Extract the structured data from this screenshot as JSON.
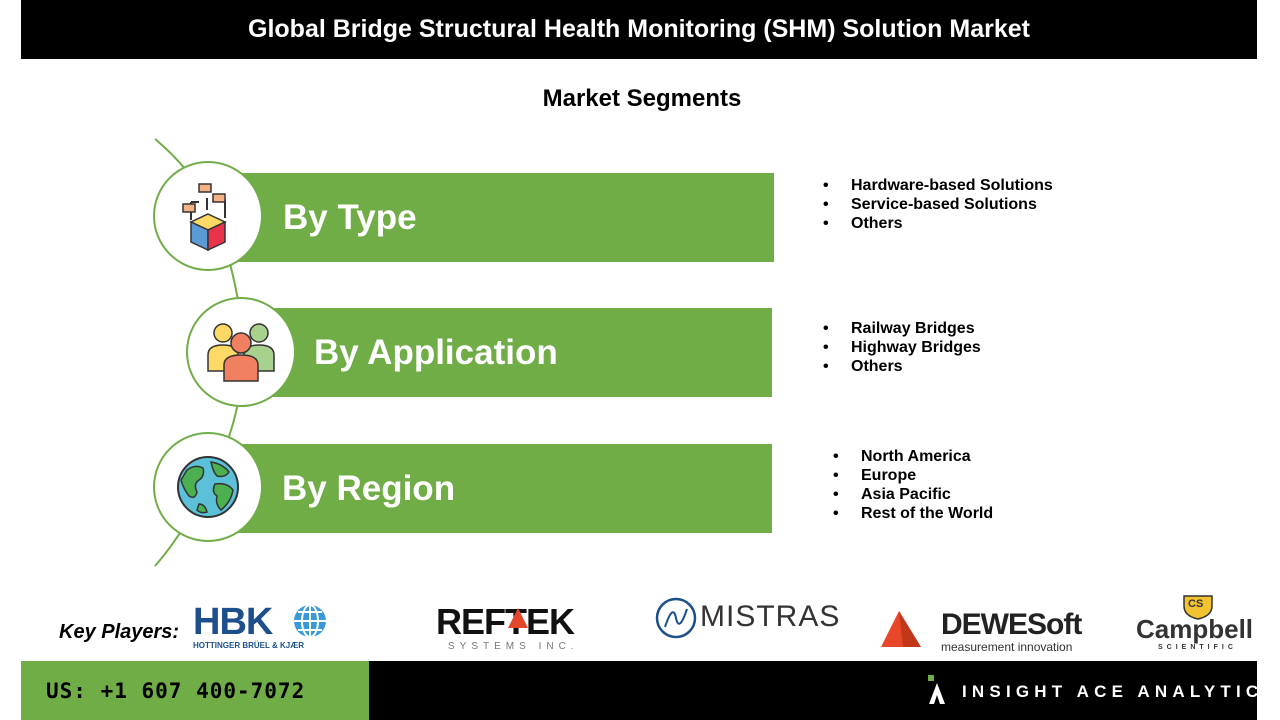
{
  "header": {
    "title": "Global Bridge Structural Health Monitoring (SHM) Solution Market"
  },
  "subtitle": "Market Segments",
  "segments": [
    {
      "label": "By Type",
      "icon": "modular-box-icon",
      "items": [
        "Hardware-based Solutions",
        "Service-based Solutions",
        "Others"
      ]
    },
    {
      "label": "By Application",
      "icon": "user-group-icon",
      "items": [
        "Railway Bridges",
        "Highway Bridges",
        "Others"
      ]
    },
    {
      "label": "By Region",
      "icon": "globe-icon",
      "items": [
        "North America",
        "Europe",
        "Asia Pacific",
        "Rest of the World"
      ]
    }
  ],
  "key_players": {
    "label": "Key Players:",
    "logos": [
      {
        "name": "HBK",
        "sub": "HOTTINGER BRÜEL & KJÆR"
      },
      {
        "name": "REFTEK",
        "sub": "SYSTEMS INC."
      },
      {
        "name": "MISTRAS"
      },
      {
        "name": "DEWESoft",
        "sub": "measurement innovation"
      },
      {
        "name": "Campbell",
        "sub": "SCIENTIFIC",
        "badge": "CS"
      }
    ]
  },
  "footer": {
    "phone": "US: +1 607 400-7072",
    "brand": "INSIGHT ACE ANALYTIC"
  },
  "colors": {
    "accent": "#70ad47",
    "dark": "#000000",
    "hbk_blue": "#1c4f8b",
    "reftek_red": "#e2472b",
    "dewesoft_red": "#e8472a",
    "campbell_gold": "#f2c230"
  }
}
